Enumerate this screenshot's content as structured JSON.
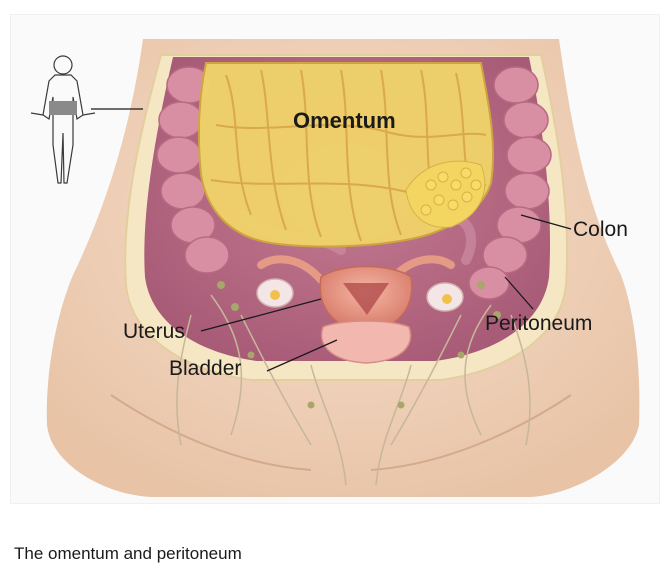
{
  "figure": {
    "labels": {
      "omentum": "Omentum",
      "colon": "Colon",
      "peritoneum": "Peritoneum",
      "uterus": "Uterus",
      "bladder": "Bladder"
    },
    "colors": {
      "skin": "#f2d7c0",
      "omentum": "#f0d46a",
      "colon": "#d98fa3",
      "peritoneum": "#f5e6c4",
      "uterus": "#ee9f8c",
      "bladder": "#f2b8b0",
      "vessel": "#c6b79a"
    }
  },
  "caption": "The omentum and peritoneum"
}
